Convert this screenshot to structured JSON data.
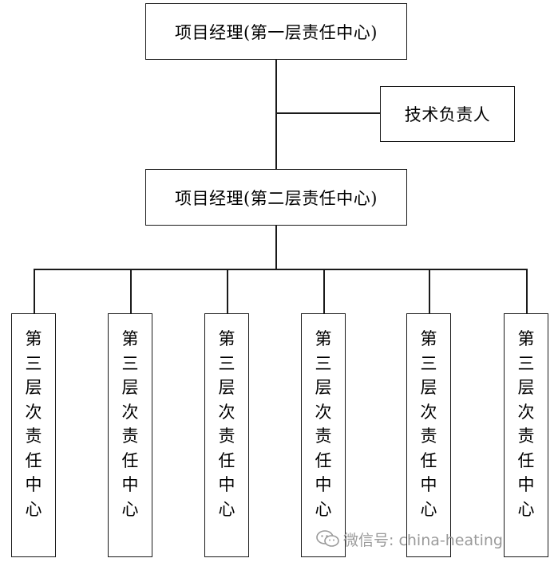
{
  "top_manager": "项目经理(第一层责任中心)",
  "tech_lead": "技术负责人",
  "second_manager": "项目经理(第二层责任中心)",
  "third_layer": [
    "第\n三\n层\n次\n责\n任\n中\n心",
    "第\n三\n层\n次\n责\n任\n中\n心",
    "第\n三\n层\n次\n责\n任\n中\n心",
    "第\n三\n层\n次\n责\n任\n中\n心",
    "第\n三\n层\n次\n责\n任\n中\n心",
    "第\n三\n层\n次\n责\n任\n中\n心"
  ],
  "watermark": {
    "icon": "wechat-icon",
    "text": "微信号: china-heating"
  },
  "colors": {
    "line": "#1a1a1a",
    "watermark": "#9a9a9a"
  }
}
